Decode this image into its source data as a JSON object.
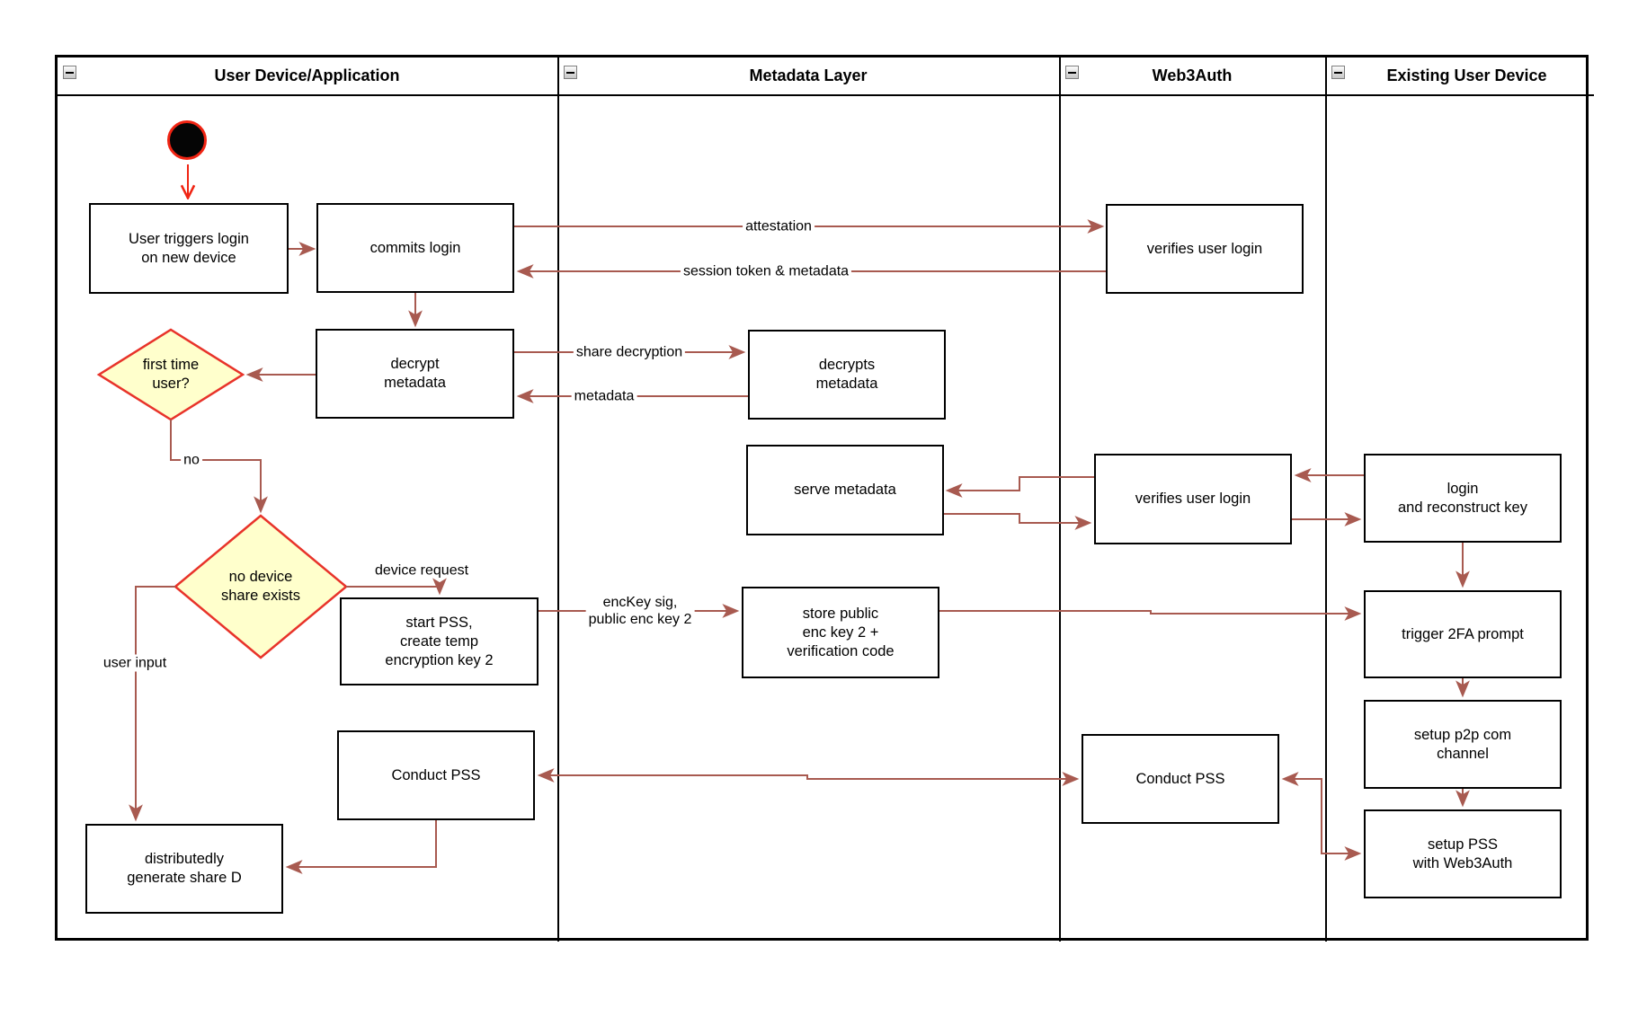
{
  "lanes": [
    {
      "title": "User Device/Application"
    },
    {
      "title": "Metadata Layer"
    },
    {
      "title": "Web3Auth"
    },
    {
      "title": "Existing User Device"
    }
  ],
  "nodes": {
    "user_triggers": {
      "label": "User triggers login\non new device"
    },
    "commits_login": {
      "label": "commits login"
    },
    "verifies_login_top": {
      "label": "verifies user login"
    },
    "decrypt_metadata": {
      "label": "decrypt\nmetadata"
    },
    "decrypts_metadata": {
      "label": "decrypts\nmetadata"
    },
    "first_time_user": {
      "label": "first time\nuser?"
    },
    "serve_metadata": {
      "label": "serve metadata"
    },
    "verifies_login_mid": {
      "label": "verifies user login"
    },
    "login_reconstruct": {
      "label": "login\nand reconstruct key"
    },
    "no_device_share": {
      "label": "no device\nshare exists"
    },
    "start_pss": {
      "label": "start PSS,\ncreate temp\nencryption key 2"
    },
    "store_public": {
      "label": "store public\nenc key 2 +\nverification code"
    },
    "trigger_2fa": {
      "label": "trigger 2FA prompt"
    },
    "setup_p2p": {
      "label": "setup p2p com\nchannel"
    },
    "conduct_pss_user": {
      "label": "Conduct PSS"
    },
    "conduct_pss_web3": {
      "label": "Conduct PSS"
    },
    "setup_pss": {
      "label": "setup PSS\nwith Web3Auth"
    },
    "distributed_share": {
      "label": "distributedly\ngenerate share D"
    }
  },
  "edge_labels": {
    "attestation": "attestation",
    "session_token": "session token & metadata",
    "share_decryption": "share decryption",
    "metadata": "metadata",
    "no": "no",
    "device_request": "device request",
    "enc_key": "encKey sig,\npublic enc key 2",
    "user_input": "user input"
  },
  "colors": {
    "arrow": "#a85a50",
    "accent": "#f02413",
    "diamond_fill": "#ffffcc",
    "diamond_stroke": "#e8332a"
  }
}
